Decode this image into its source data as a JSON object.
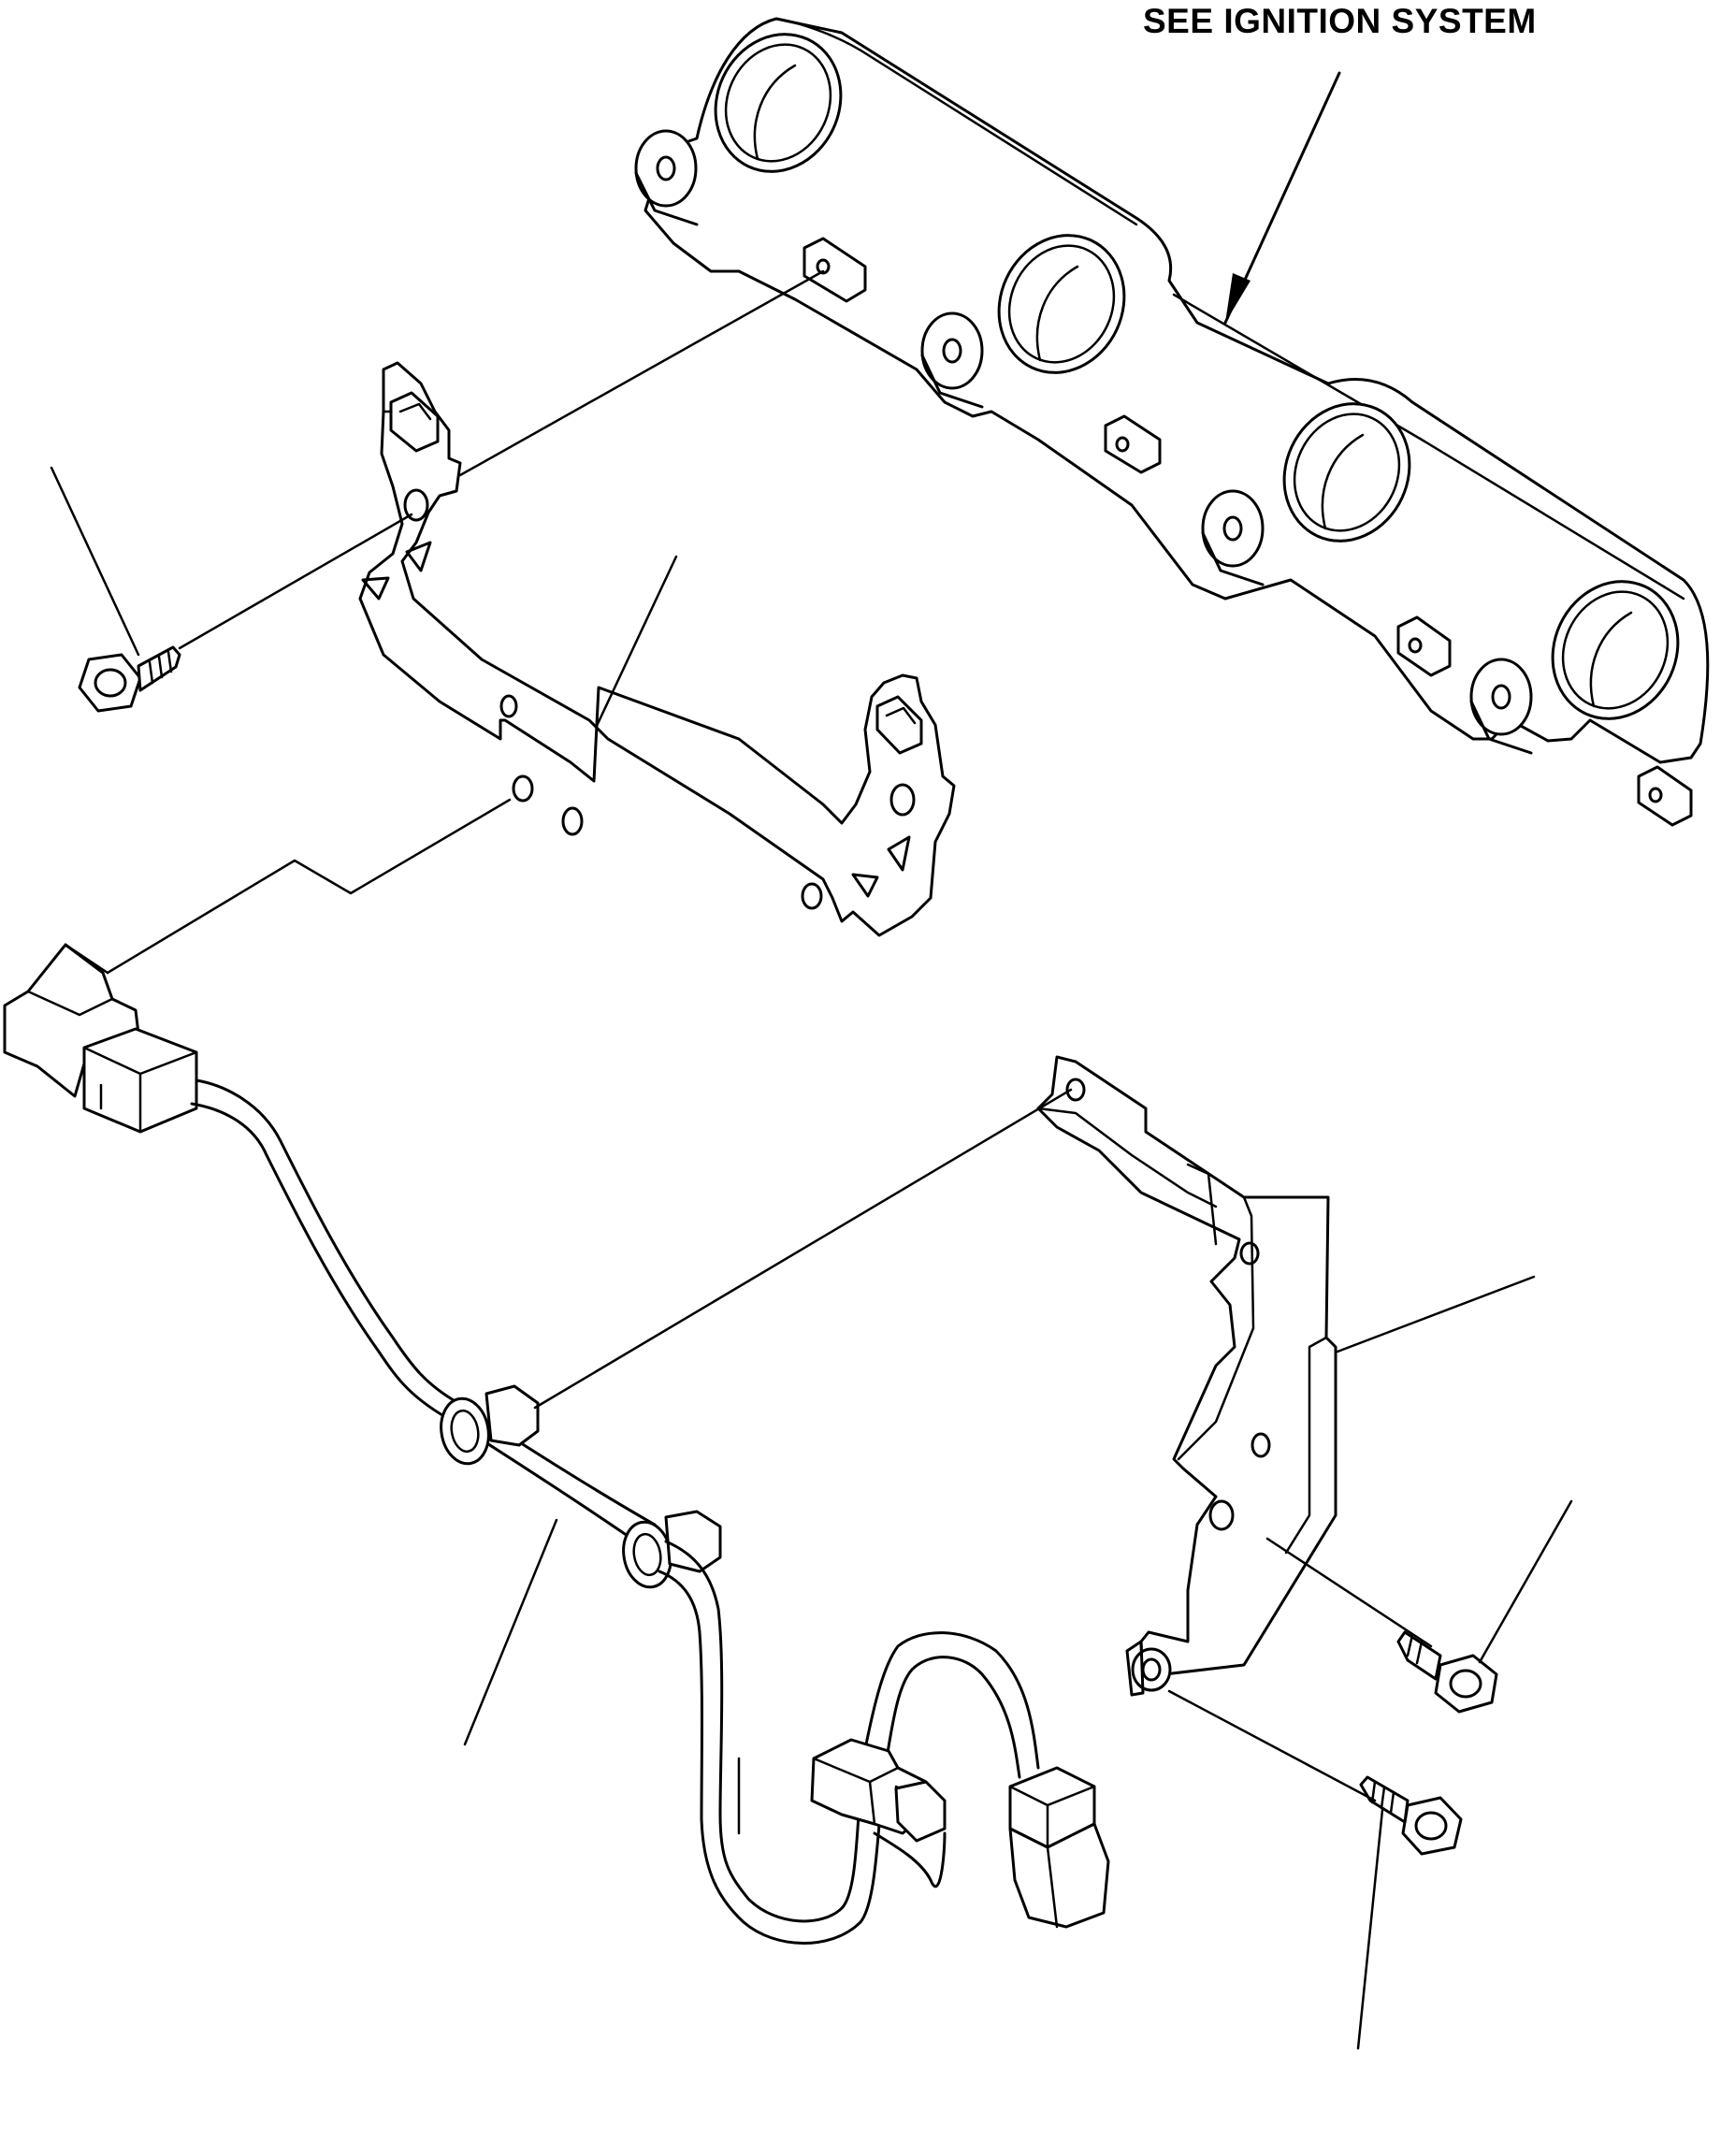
{
  "callouts": {
    "ignition_reference": "SEE IGNITION SYSTEM"
  },
  "colors": {
    "line": "#000000",
    "background": "#ffffff"
  },
  "parts": [
    {
      "name": "ignition-coil-assembly",
      "icon": "coil-pack"
    },
    {
      "name": "upper-bracket",
      "icon": "bracket"
    },
    {
      "name": "wire-harness",
      "icon": "harness"
    },
    {
      "name": "lower-bracket",
      "icon": "bracket"
    },
    {
      "name": "flange-bolts",
      "icon": "bolt"
    },
    {
      "name": "connectors",
      "icon": "connector"
    }
  ]
}
